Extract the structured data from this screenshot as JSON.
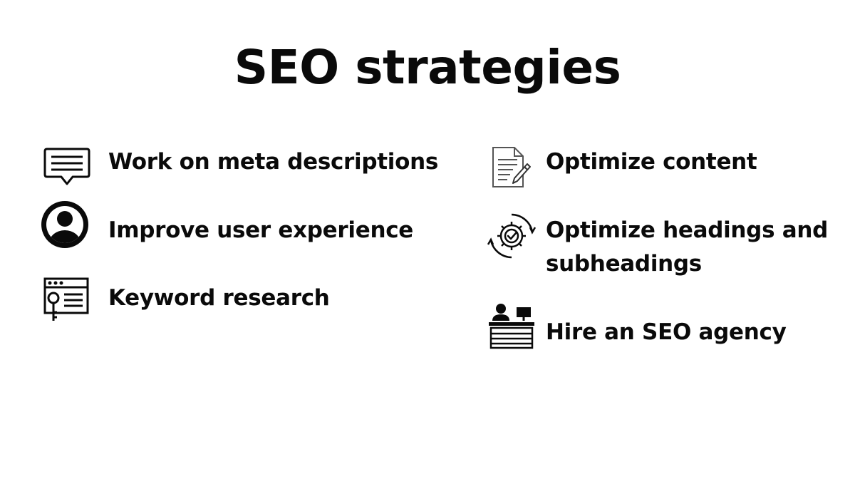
{
  "title": "SEO strategies",
  "strategies": {
    "left": [
      {
        "label": "Work on meta descriptions",
        "icon": "speech-bubble-icon"
      },
      {
        "label": "Improve user experience",
        "icon": "user-avatar-icon"
      },
      {
        "label": "Keyword research",
        "icon": "browser-key-icon"
      }
    ],
    "right": [
      {
        "label": "Optimize content",
        "icon": "document-pencil-icon"
      },
      {
        "label_line1": "Optimize headings and",
        "label_line2": "subheadings",
        "icon": "gear-check-icon"
      },
      {
        "label": "Hire an SEO agency",
        "icon": "agency-desk-icon"
      }
    ]
  },
  "colors": {
    "text": "#0a0a0a",
    "background": "#ffffff"
  }
}
